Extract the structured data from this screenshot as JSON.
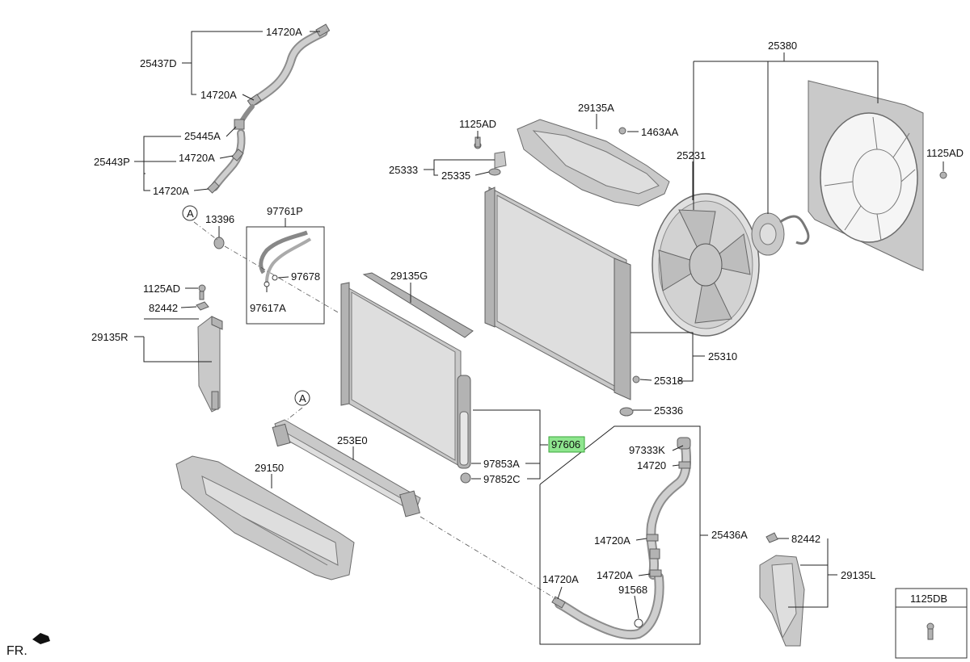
{
  "diagram": {
    "callouts": {
      "c_14720A_top": "14720A",
      "c_25437D": "25437D",
      "c_14720A_2": "14720A",
      "c_25445A": "25445A",
      "c_25443P": "25443P",
      "c_14720A_3": "14720A",
      "c_14720A_4": "14720A",
      "c_A_top": "A",
      "c_13396": "13396",
      "c_97761P": "97761P",
      "c_97678": "97678",
      "c_97617A": "97617A",
      "c_1125AD_left": "1125AD",
      "c_82442_left": "82442",
      "c_29135R": "29135R",
      "c_29135G": "29135G",
      "c_A_mid": "A",
      "c_253E0": "253E0",
      "c_29150": "29150",
      "c_1125AD_mid": "1125AD",
      "c_25333": "25333",
      "c_25335": "25335",
      "c_29135A": "29135A",
      "c_1463AA": "1463AA",
      "c_25380": "25380",
      "c_25231": "25231",
      "c_1125AD_right": "1125AD",
      "c_25310": "25310",
      "c_25318": "25318",
      "c_25336": "25336",
      "c_97606": "97606",
      "c_97853A": "97853A",
      "c_97852C": "97852C",
      "c_97333K": "97333K",
      "c_14720": "14720",
      "c_25436A": "25436A",
      "c_14720A_b1": "14720A",
      "c_14720A_b2": "14720A",
      "c_14720A_b3": "14720A",
      "c_91568": "91568",
      "c_82442_right": "82442",
      "c_29135L": "29135L",
      "c_1125DB": "1125DB",
      "c_fr": "FR."
    },
    "colors": {
      "highlight": "#8ee58e",
      "part_gray": "#c9c9c9"
    }
  }
}
